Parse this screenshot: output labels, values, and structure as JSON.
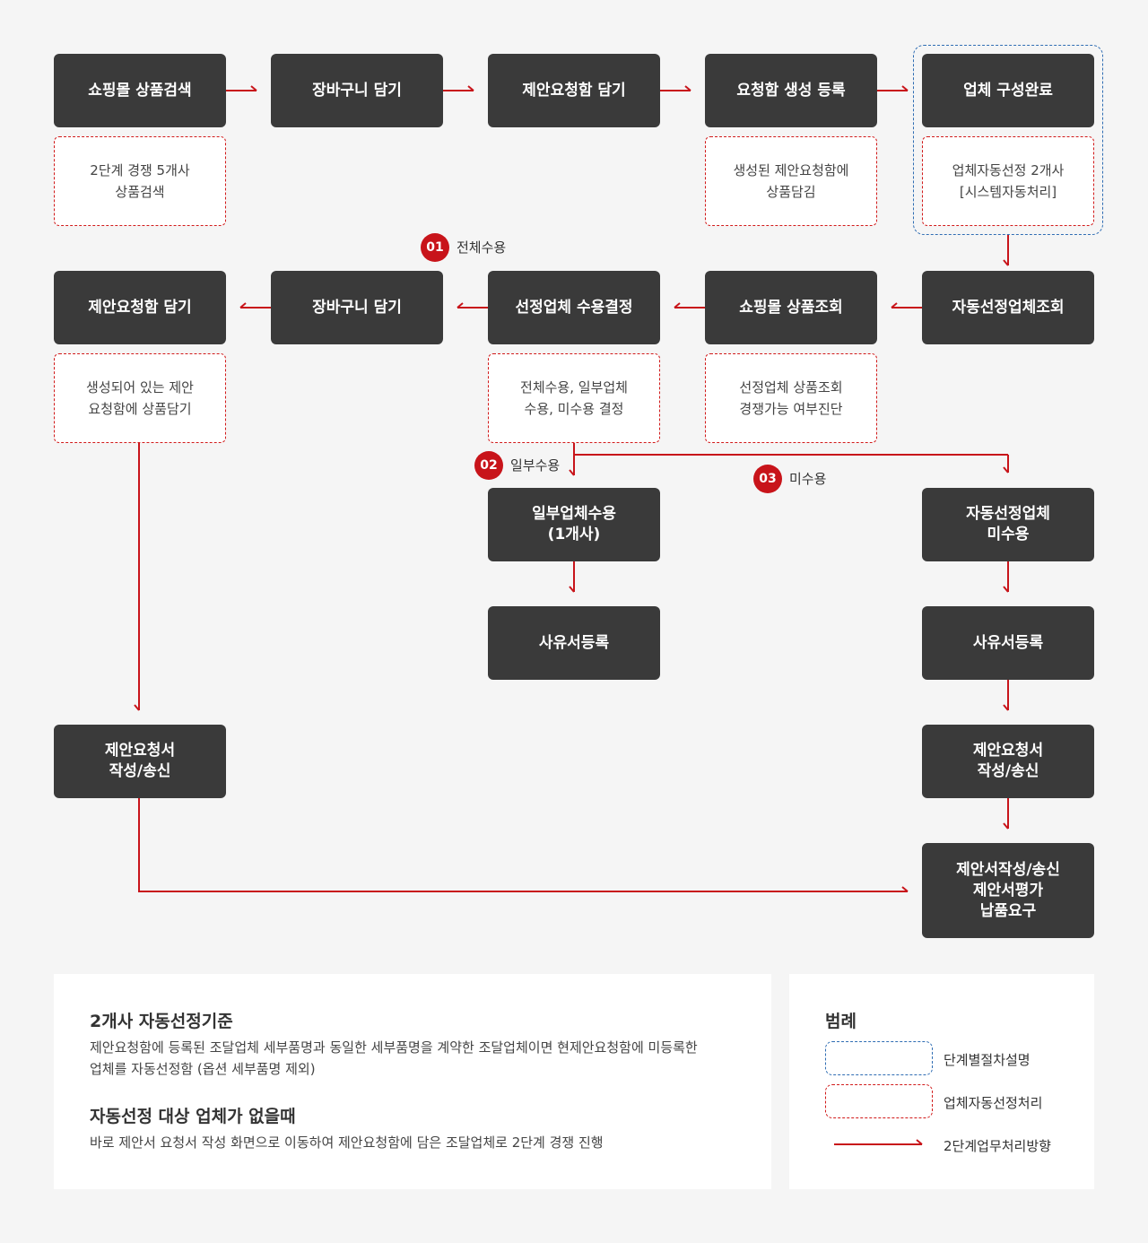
{
  "flow": {
    "row1": {
      "step1": "쇼핑몰 상품검색",
      "step2": "장바구니 담기",
      "step3": "제안요청함 담기",
      "step4": "요청함 생성 등록",
      "step5": "업체 구성완료"
    },
    "row1_notes": {
      "step1": "2단계 경쟁 5개사\n상품검색",
      "step4": "생성된 제안요청함에\n상품담김",
      "step5": "업체자동선정 2개사\n[시스템자동처리]"
    },
    "row2": {
      "step1": "제안요청함 담기",
      "step2": "장바구니 담기",
      "step3": "선정업체 수용결정",
      "step4": "쇼핑몰 상품조회",
      "step5": "자동선정업체조회"
    },
    "row2_notes": {
      "step1": "생성되어 있는 제안\n요청함에 상품담기",
      "step3": "전체수용, 일부업체\n수용, 미수용 결정",
      "step4": "선정업체 상품조회\n경쟁가능 여부진단"
    },
    "branches": {
      "b1_num": "01",
      "b1_label": "전체수용",
      "b2_num": "02",
      "b2_label": "일부수용",
      "b3_num": "03",
      "b3_label": "미수용"
    },
    "row3": {
      "partial": "일부업체수용\n(1개사)",
      "reject": "자동선정업체\n미수용"
    },
    "row4": {
      "partial_reason": "사유서등록",
      "reject_reason": "사유서등록"
    },
    "row5": {
      "left_proposal": "제안요청서\n작성/송신",
      "right_proposal": "제안요청서\n작성/송신"
    },
    "final": "제안서작성/송신\n제안서평가\n납품요구"
  },
  "criteria": {
    "title1": "2개사 자동선정기준",
    "text1": "제안요청함에 등록된 조달업체 세부품명과 동일한 세부품명을 계약한 조달업체이면 현제안요청함에 미등록한\n업체를 자동선정함 (옵션 세부품명 제외)",
    "title2": "자동선정 대상 업체가 없을때",
    "text2": "바로 제안서 요청서 작성 화면으로 이동하여 제안요청함에 담은 조달업체로 2단계 경쟁 진행"
  },
  "legend": {
    "title": "범례",
    "item1": "단계별절차설명",
    "item2": "업체자동선정처리",
    "item3": "2단계업무처리방향"
  },
  "colors": {
    "box": "#3a3a3a",
    "accent_red": "#c8141a",
    "outline_blue": "#2f6db3",
    "background": "#f5f5f5"
  }
}
